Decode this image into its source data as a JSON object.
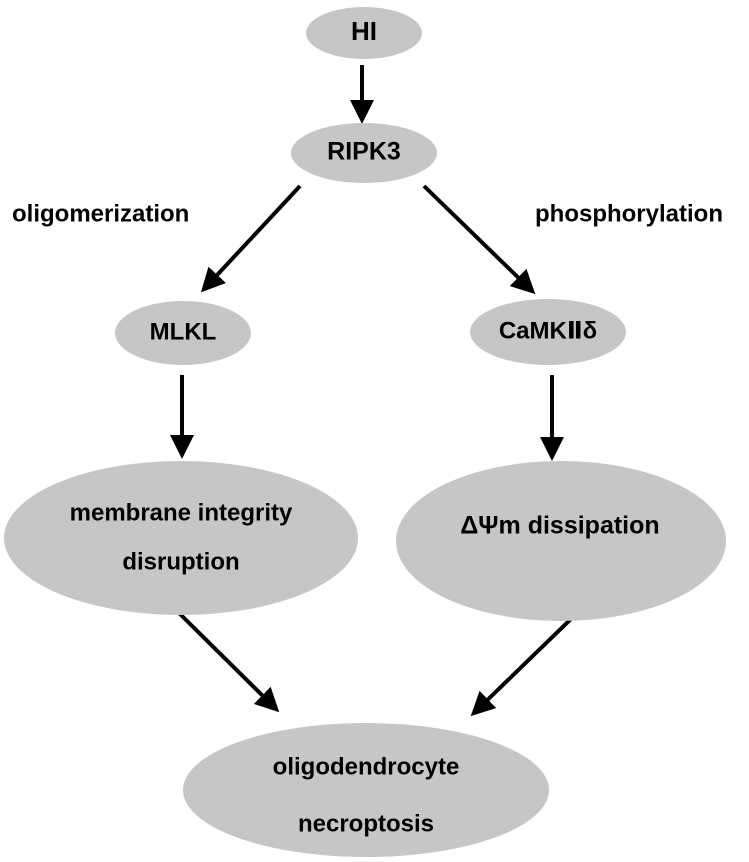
{
  "diagram": {
    "nodes": {
      "hi": "HI",
      "ripk3": "RIPK3",
      "mlkl": "MLKL",
      "camk": "CaMKⅡδ",
      "membrane": [
        "membrane integrity",
        "disruption"
      ],
      "dissipation": "ΔΨm dissipation",
      "necroptosis": [
        "oligodendrocyte",
        "necroptosis"
      ]
    },
    "edge_labels": {
      "left": "oligomerization",
      "right": "phosphorylation"
    },
    "colors": {
      "node_fill": "#c6c6c6",
      "arrow": "#000000",
      "text": "#000000"
    }
  }
}
